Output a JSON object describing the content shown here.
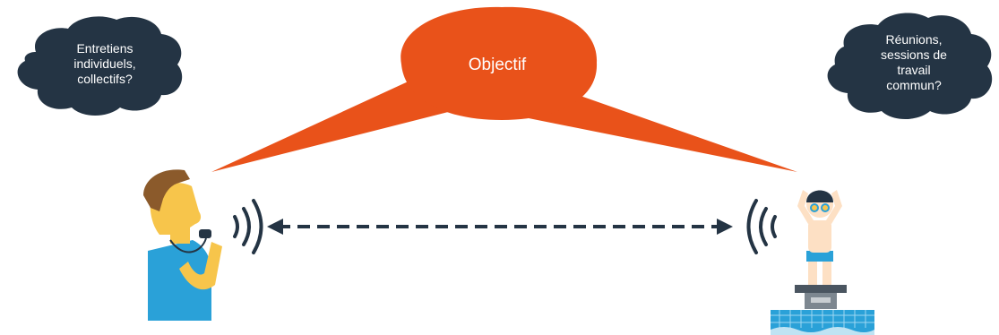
{
  "center_bubble": {
    "label": "Objectif",
    "color": "#e9521a"
  },
  "left_cloud": {
    "lines": [
      "Entretiens",
      "individuels,",
      "collectifs?"
    ],
    "color": "#243444"
  },
  "right_cloud": {
    "lines": [
      "Réunions,",
      "sessions de",
      "travail",
      "commun?"
    ],
    "color": "#243444"
  },
  "communication": {
    "line_color": "#243444",
    "style": "dashed-double-arrow"
  },
  "figures": {
    "left": "coach-with-whistle",
    "right": "swimmer-on-starting-block"
  }
}
